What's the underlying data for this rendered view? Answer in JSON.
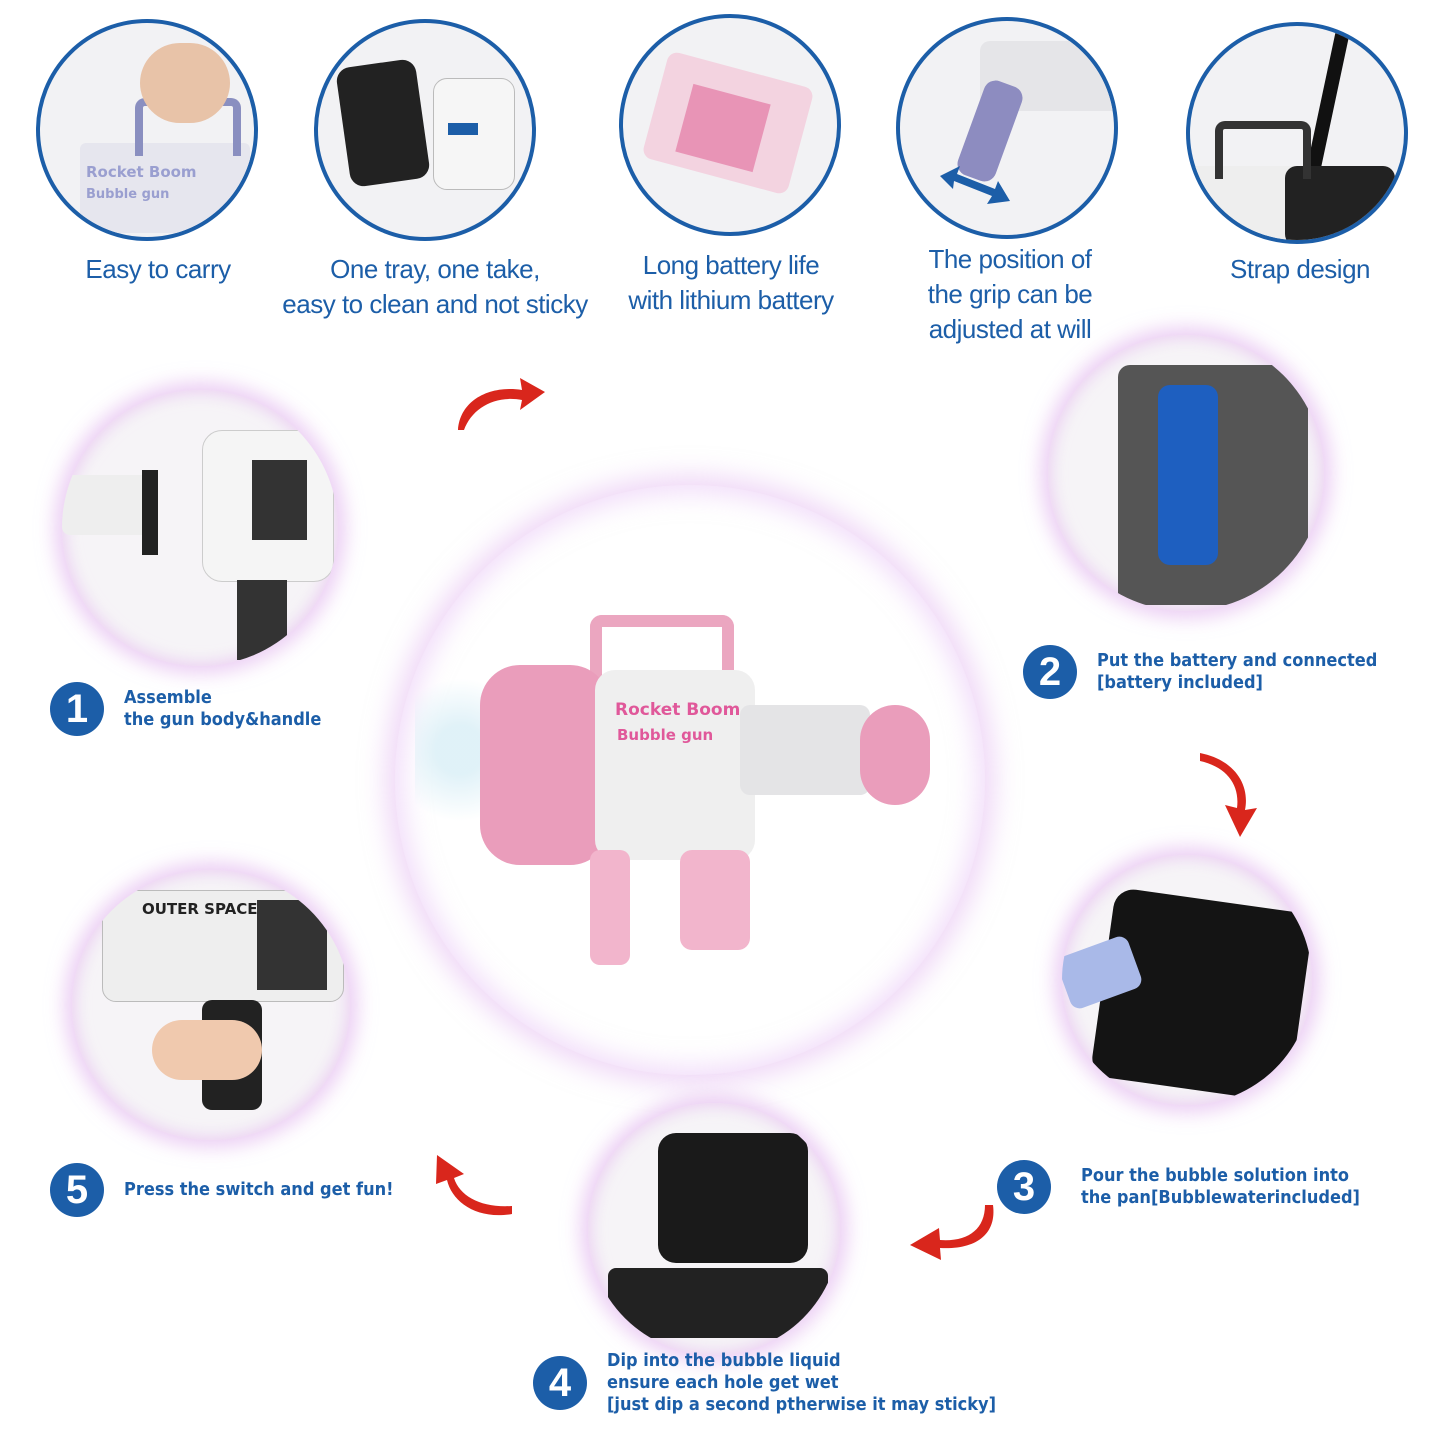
{
  "features": [
    {
      "label_lines": [
        "Easy to carry"
      ]
    },
    {
      "label_lines": [
        "One tray, one take,",
        "easy to clean and not sticky"
      ]
    },
    {
      "label_lines": [
        "Long battery life",
        "with lithium battery"
      ]
    },
    {
      "label_lines": [
        "The position of",
        "the grip can be",
        "adjusted at will"
      ]
    },
    {
      "label_lines": [
        "Strap design"
      ]
    }
  ],
  "steps": [
    {
      "number": "1",
      "lines": [
        "Assemble",
        "the gun body&handle"
      ]
    },
    {
      "number": "2",
      "lines": [
        "Put the battery and connected",
        "[battery included]"
      ]
    },
    {
      "number": "3",
      "lines": [
        "Pour the bubble solution into",
        "the pan[Bubblewaterincluded]"
      ]
    },
    {
      "number": "4",
      "lines": [
        "Dip into the bubble liquid",
        "ensure each hole get wet",
        "[just dip a second ptherwise it may sticky]"
      ]
    },
    {
      "number": "5",
      "lines": [
        "Press the switch and get fun!"
      ]
    }
  ],
  "product_logo": {
    "line1": "Rocket Boom",
    "line2": "Bubble gun",
    "alt_logo": "OUTER SPACE"
  },
  "colors": {
    "brand_blue": "#1c5ea8",
    "arrow_red": "#d9261c",
    "product_pink": "#f2a7c3"
  }
}
